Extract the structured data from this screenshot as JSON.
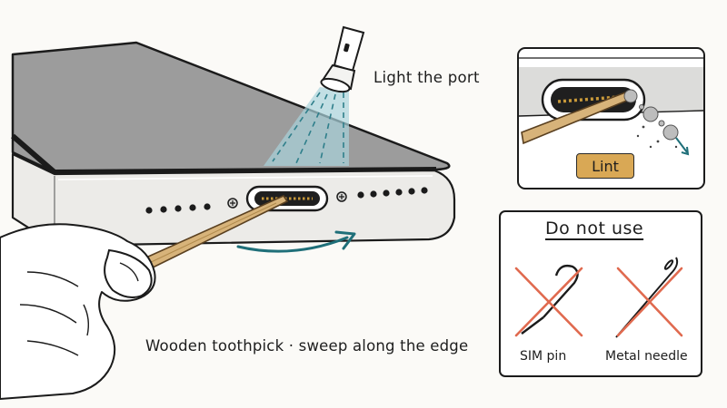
{
  "labels": {
    "light": "Light the port",
    "caption": "Wooden toothpick · sweep along the edge",
    "lint": "Lint",
    "do_not_use": "Do not use",
    "sim_pin": "SIM pin",
    "metal_needle": "Metal needle"
  },
  "colors": {
    "phone_body": "#ecebe8",
    "phone_screen": "#9c9c9c",
    "light_beam": "#a9d3dc",
    "arrow_teal": "#1f6f79",
    "toothpick": "#d7b37a",
    "lint_badge": "#d9a855",
    "prohibit_x": "#e06a4f",
    "ink": "#1d1d1d"
  },
  "icons": [
    "flashlight-icon",
    "curved-arrow-icon",
    "sim-pin-icon",
    "needle-icon",
    "prohibit-x-icon"
  ]
}
